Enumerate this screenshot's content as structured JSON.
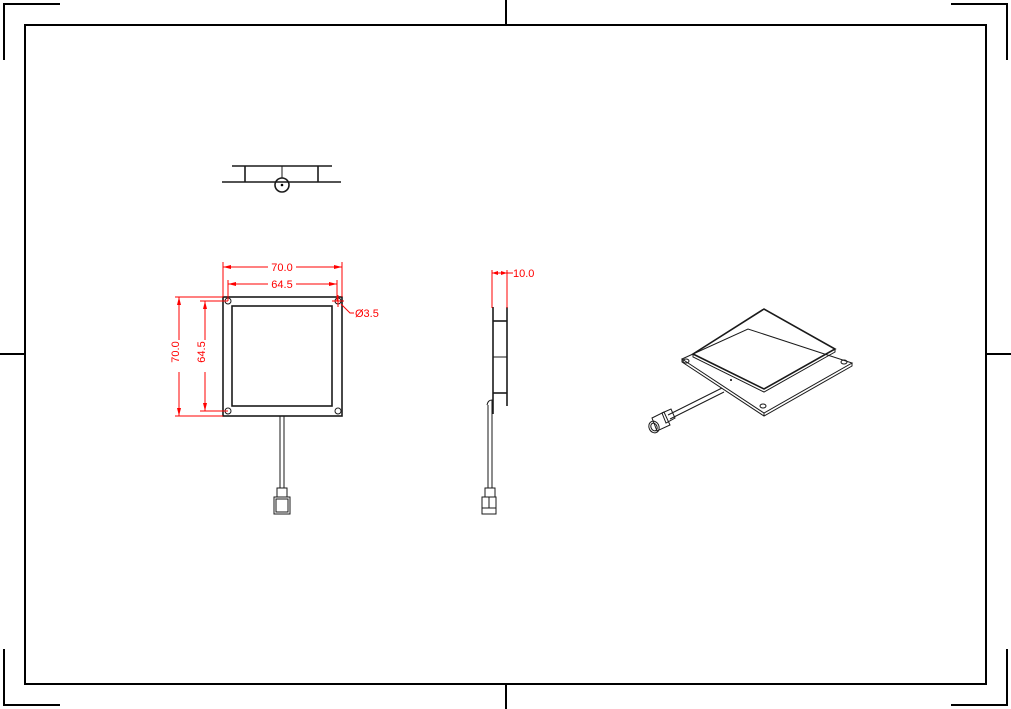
{
  "drawing": {
    "type": "antenna-mechanical-drawing",
    "views": {
      "top_view": {
        "label": ""
      },
      "front_view": {
        "dimensions": {
          "overall_width": "70.0",
          "hole_spacing_width": "64.5",
          "overall_height": "70.0",
          "hole_spacing_height": "64.5",
          "hole_diameter": "Ø3.5"
        }
      },
      "side_view": {
        "dimensions": {
          "thickness": "10.0"
        }
      },
      "isometric_view": {
        "label": ""
      }
    },
    "colors": {
      "line": "#1a1a1a",
      "dimension": "#ff0000",
      "background": "#ffffff"
    }
  }
}
